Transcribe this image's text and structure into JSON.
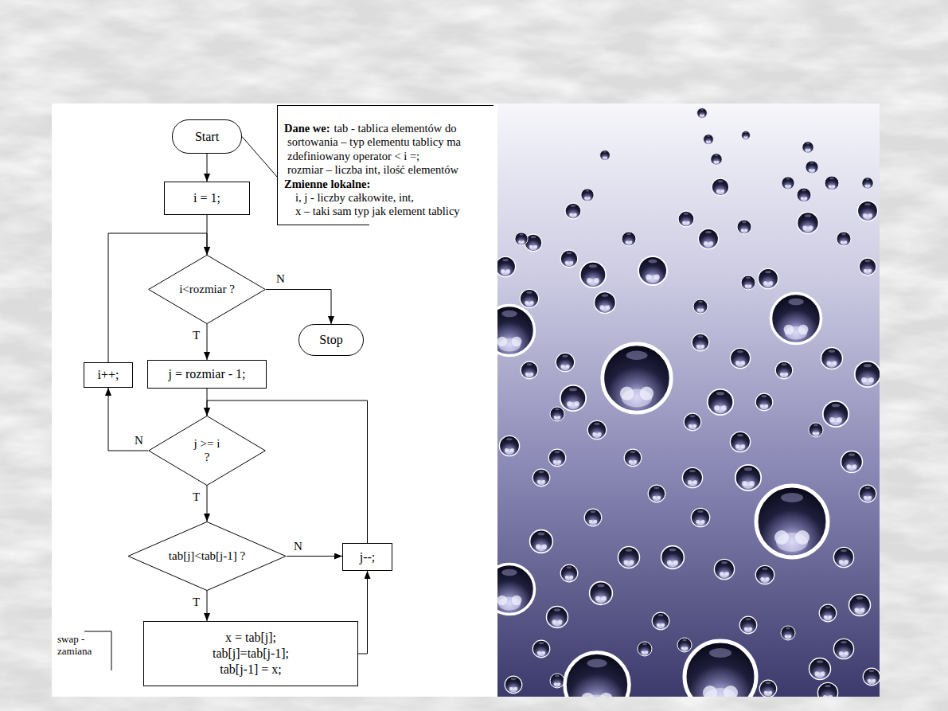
{
  "diagram": {
    "nodes": [
      {
        "text": [
          "Start"
        ]
      },
      {
        "text": [
          "Dane we:",
          "tab - tablica elementów do sortowania – typ elementu tablicy ma zdefiniowany operator < i =;",
          "rozmiar – liczba int, ilość elementów",
          "Zmienne lokalne:",
          "i, j - liczby całkowite, int,",
          "x – taki sam typ jak element tablicy"
        ]
      },
      {
        "text": [
          "i = 1;"
        ]
      },
      {
        "text": [
          "i<rozmiar ?"
        ]
      },
      {
        "text": [
          "Stop"
        ]
      },
      {
        "text": [
          "i++;"
        ]
      },
      {
        "text": [
          "j = rozmiar - 1;"
        ]
      },
      {
        "text": [
          "j >= i ?"
        ]
      },
      {
        "text": [
          "tab[j]<tab[j-1] ?"
        ]
      },
      {
        "text": [
          "j--;"
        ]
      },
      {
        "text": [
          "x = tab[j];",
          "tab[j]=tab[j-1];",
          "tab[j-1] = x;"
        ]
      }
    ],
    "edges": [
      {
        "from": 0,
        "to": 1,
        "arrow": "none"
      },
      {
        "from": 0,
        "to": 2,
        "arrow": "to"
      },
      {
        "from": 2,
        "to": 3,
        "arrow": "to"
      },
      {
        "from": 3,
        "to": 4,
        "label": "N",
        "arrow": "to"
      },
      {
        "from": 3,
        "to": 6,
        "label": "T",
        "arrow": "to"
      },
      {
        "from": 6,
        "to": 7,
        "arrow": "to"
      },
      {
        "from": 7,
        "to": 5,
        "label": "N",
        "arrow": "to"
      },
      {
        "from": 5,
        "to": 3,
        "arrow": "to"
      },
      {
        "from": 7,
        "to": 8,
        "label": "T",
        "arrow": "to"
      },
      {
        "from": 8,
        "to": 9,
        "label": "N",
        "arrow": "to"
      },
      {
        "from": 8,
        "to": 10,
        "label": "T",
        "arrow": "to"
      },
      {
        "from": 9,
        "to": 7,
        "arrow": "to"
      },
      {
        "from": 10,
        "to": 9,
        "arrow": "to"
      }
    ],
    "labels": [
      "swap - zamiana"
    ]
  }
}
